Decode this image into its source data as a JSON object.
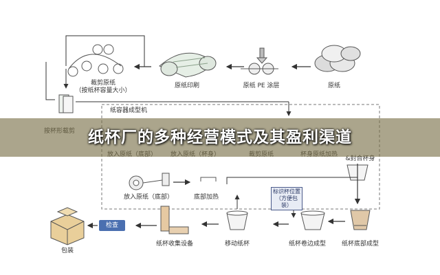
{
  "diagram": {
    "top_row": {
      "paper_roll": "原纸",
      "pe_coating": "原纸 PE 涂层",
      "printing": "原纸印刷",
      "die_cut_title": "裁剪原纸",
      "die_cut_note": "（按纸杯容量大小）"
    },
    "left": {
      "sort_by_shape": "按杯形载剪"
    },
    "machine_title": "纸容器成型机",
    "middle_row": {
      "feed_base": "放入原纸（底部）",
      "feed_body": "放入原纸（杯身）",
      "cut_paper": "裁剪原纸",
      "body_heating": "杯身原纸加热",
      "seal": "&封合杯身"
    },
    "lower_row": {
      "feed_base2": "放入原纸（底部）",
      "base_heat": "底部加热",
      "position_tag": "标识杯位置（方便包装）"
    },
    "bottom_row": {
      "packing": "包装",
      "inspect": "检查",
      "collect": "纸杯收集设备",
      "move": "移动纸杯",
      "curl": "纸杯卷边成型",
      "base_form": "纸杯底部成型"
    }
  },
  "banner": {
    "title": "纸杯厂的多种经营模式及其盈利渠道"
  }
}
